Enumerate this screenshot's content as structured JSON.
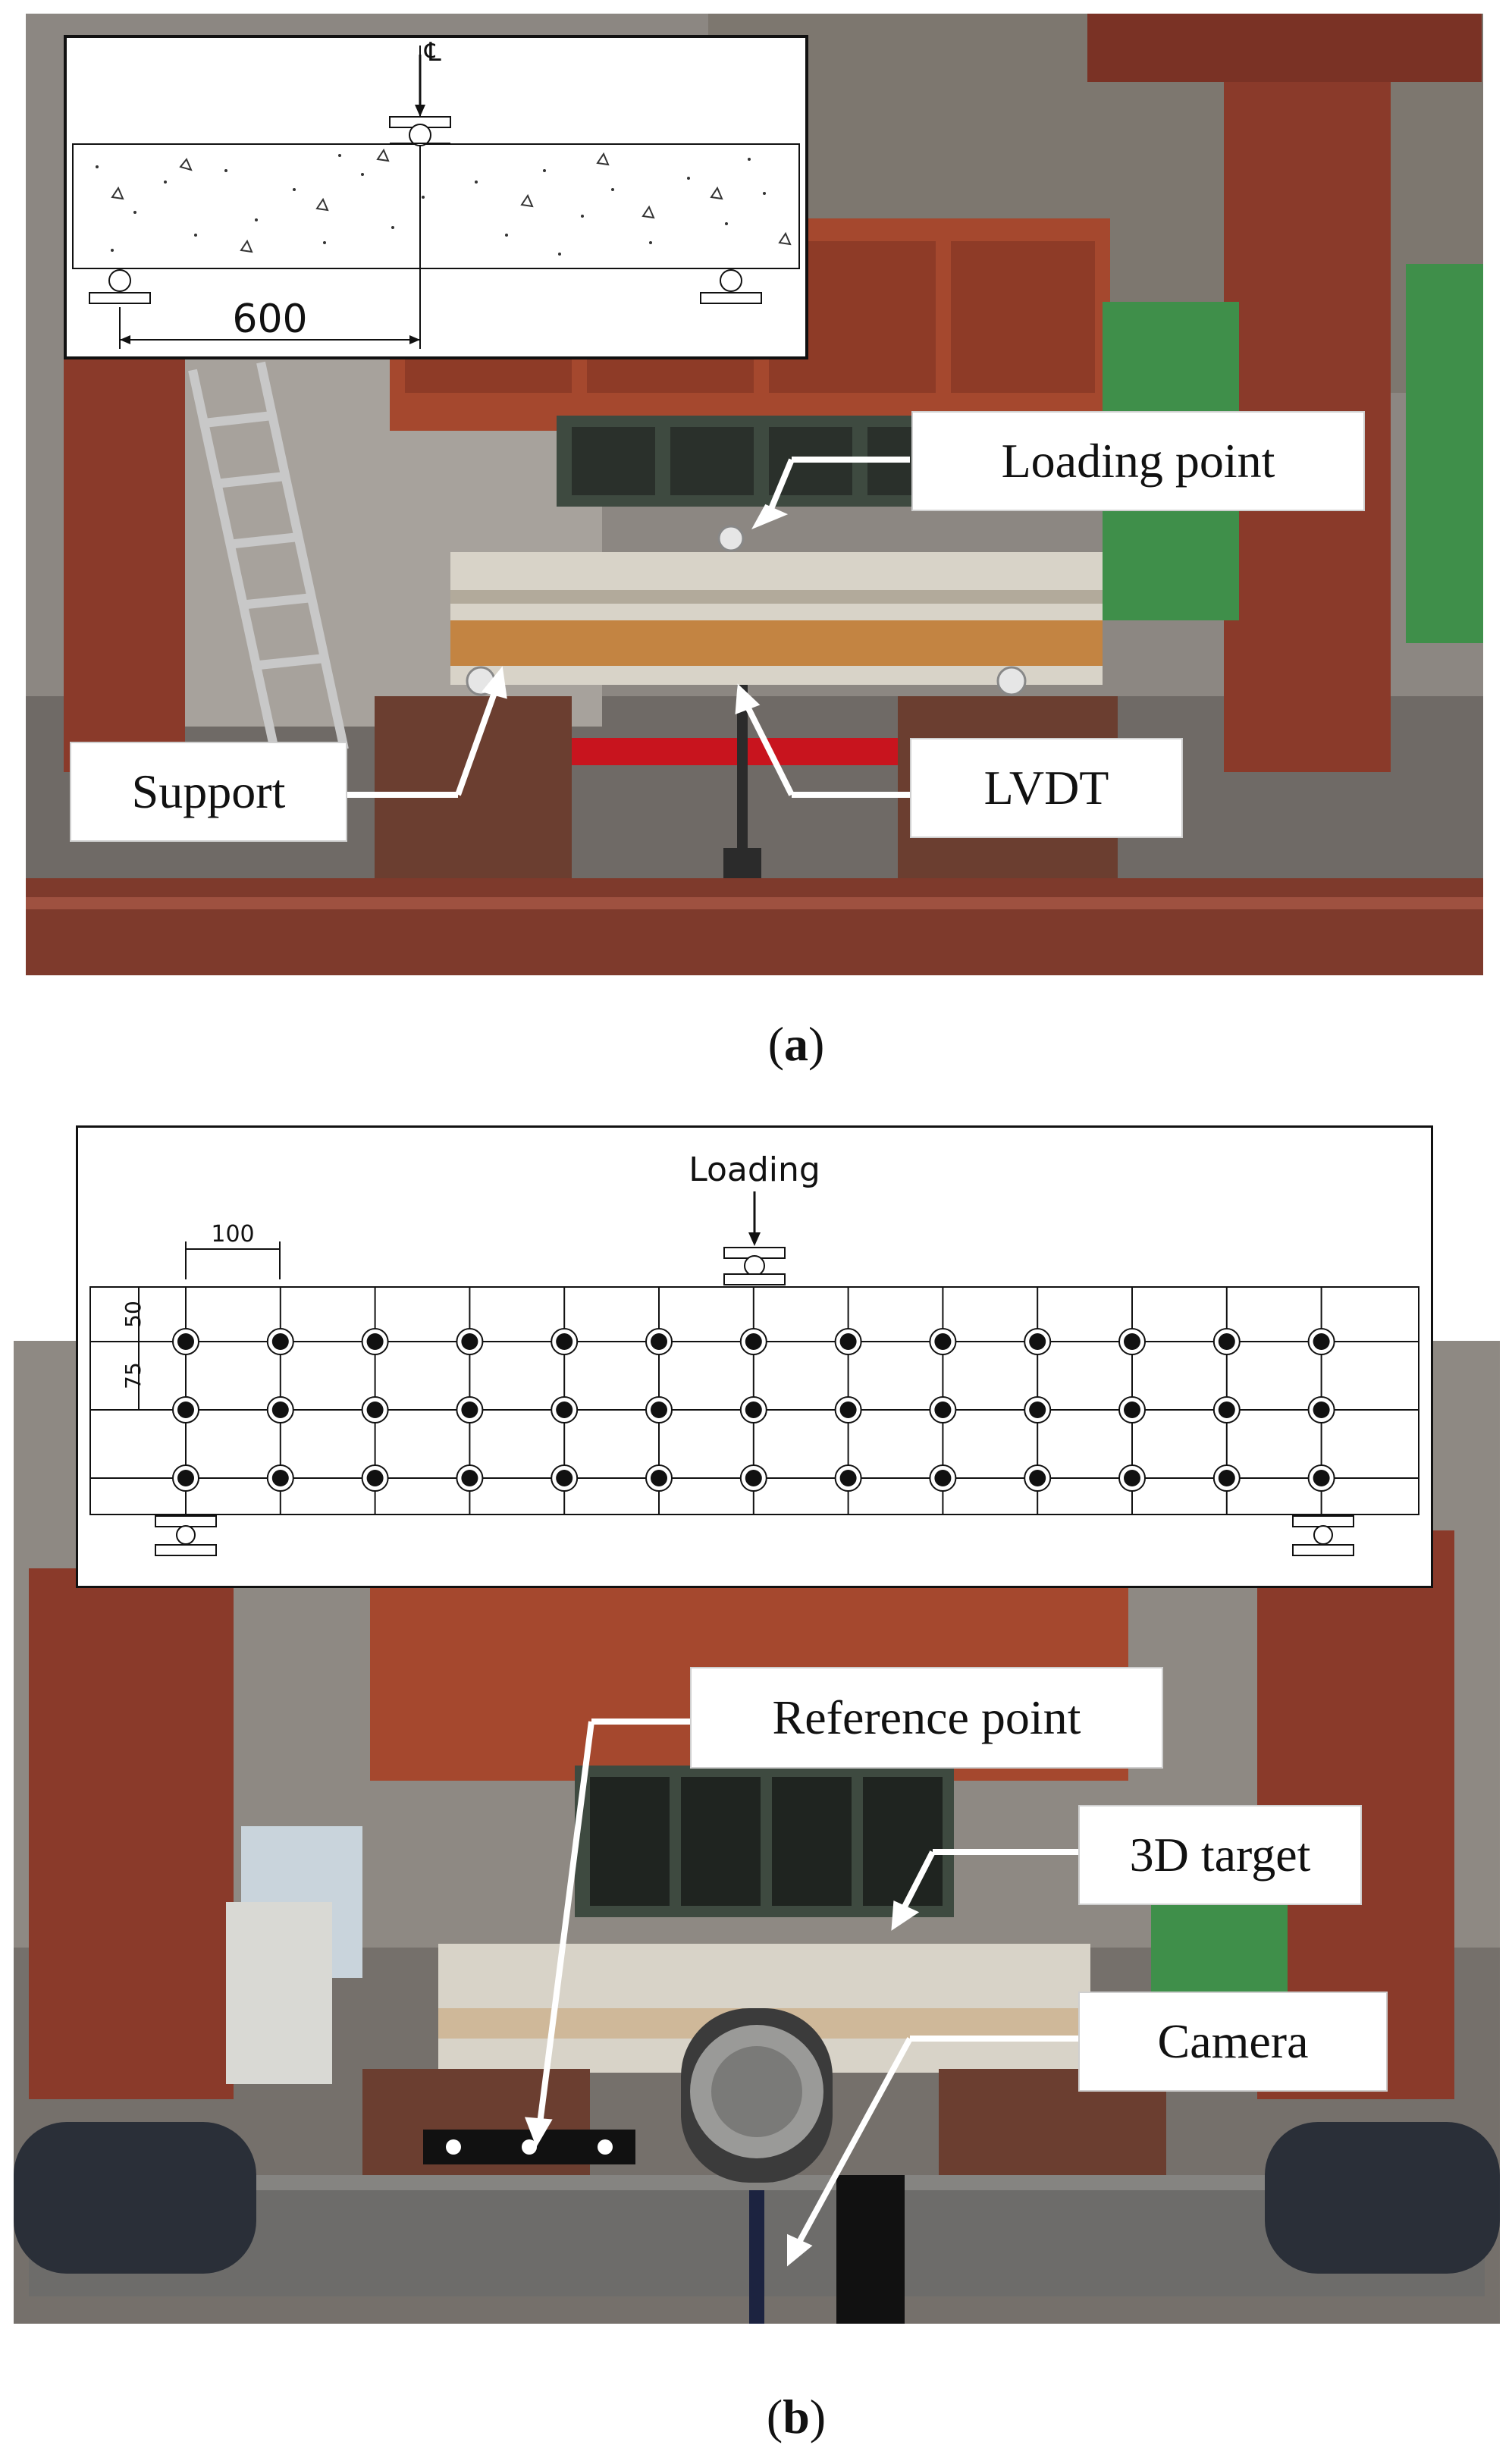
{
  "panel_a": {
    "caption_open": "(",
    "caption_letter": "a",
    "caption_close": ")",
    "inset": {
      "centerline_symbol": "℄",
      "dimension": "600"
    },
    "callouts": {
      "loading_point": "Loading point",
      "support": "Support",
      "lvdt": "LVDT"
    }
  },
  "panel_b": {
    "caption_open": "(",
    "caption_letter": "b",
    "caption_close": ")",
    "inset": {
      "loading_label": "Loading",
      "dim_spacing": "100",
      "dim_top": "50",
      "dim_row": "75"
    },
    "callouts": {
      "reference_point": "Reference point",
      "target_3d": "3D target",
      "camera": "Camera"
    }
  },
  "colors": {
    "steel_frame": "#8a3a2a",
    "rust_stain": "#c0762a",
    "red_strap": "#c8141e",
    "concrete": "#d8d3c8",
    "green_shelf": "#3f8f4a"
  }
}
